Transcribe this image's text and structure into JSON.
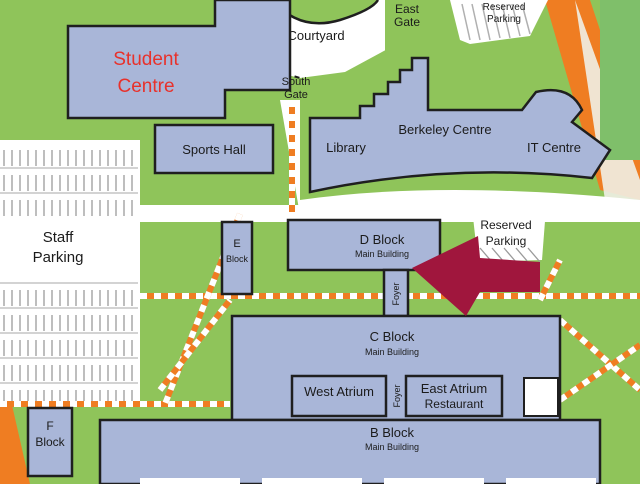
{
  "map": {
    "colors": {
      "grass": "#8fc45a",
      "building": "#a9b6d8",
      "outline": "#1f1f1f",
      "path_orange": "#ef7d22",
      "accent_red": "#e8312b",
      "arrow": "#a0163d",
      "pavement": "#ffffff",
      "sea_green": "#7fbf6a"
    },
    "labels": {
      "the_courtyard": "The Courtyard",
      "east_gate_1": "East",
      "east_gate_2": "Gate",
      "reserved_parking_top_1": "Reserved",
      "reserved_parking_top_2": "Parking",
      "student_centre_1": "Student",
      "student_centre_2": "Centre",
      "south_gate_1": "South",
      "south_gate_2": "Gate",
      "library": "Library",
      "berkeley_centre": "Berkeley Centre",
      "it_centre": "IT Centre",
      "sports_hall": "Sports Hall",
      "staff_parking_1": "Staff",
      "staff_parking_2": "Parking",
      "e_block_1": "E",
      "e_block_2": "Block",
      "d_block": "D Block",
      "d_block_sub": "Main Building",
      "reserved_parking_1": "Reserved",
      "reserved_parking_2": "Parking",
      "foyer_top": "Foyer",
      "c_block": "C Block",
      "c_block_sub": "Main Building",
      "west_atrium": "West Atrium",
      "foyer_mid": "Foyer",
      "east_atrium": "East Atrium",
      "east_atrium_sub": "Restaurant",
      "f_block_1": "F",
      "f_block_2": "Block",
      "b_block": "B Block",
      "b_block_sub": "Main Building"
    }
  }
}
